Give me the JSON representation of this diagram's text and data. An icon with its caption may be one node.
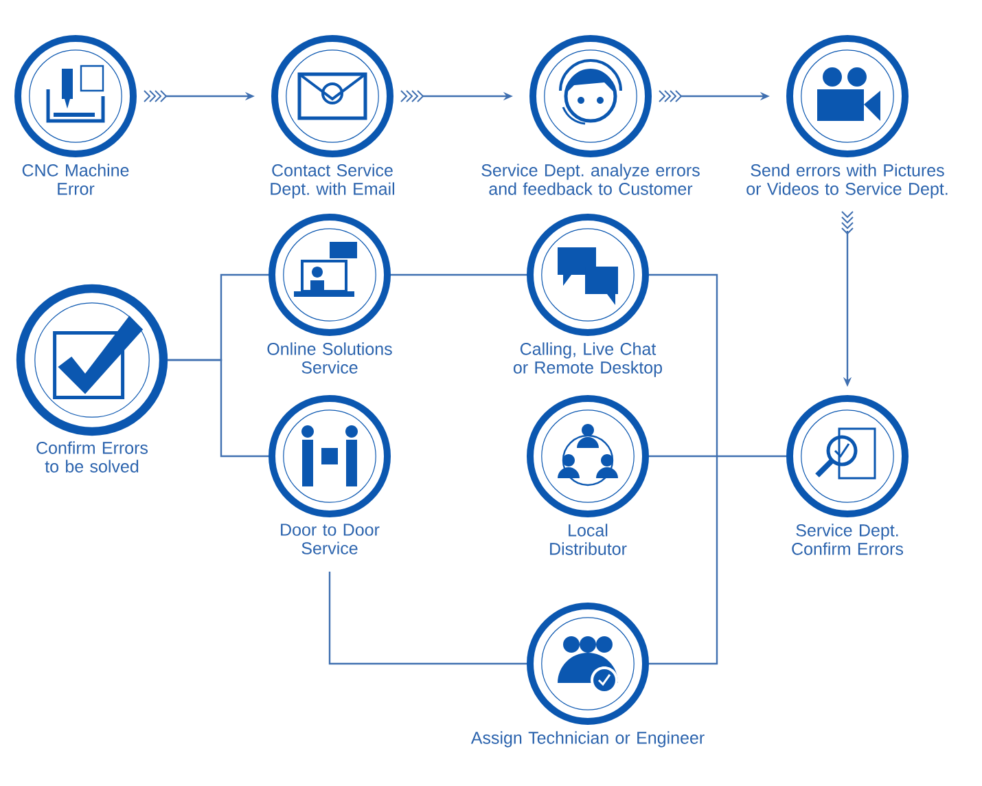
{
  "diagram": {
    "nodes": [
      {
        "text": [
          "CNC Machine Error"
        ]
      },
      {
        "text": [
          "Contact Service Dept. with Email"
        ]
      },
      {
        "text": [
          "Service Dept. analyze errors and feedback to Customer"
        ]
      },
      {
        "text": [
          "Send errors with Pictures or Videos to Service Dept."
        ]
      },
      {
        "text": [
          "Confirm Errors to be solved"
        ]
      },
      {
        "text": [
          "Online Solutions Service"
        ]
      },
      {
        "text": [
          "Calling, Live Chat or Remote Desktop"
        ]
      },
      {
        "text": [
          "Door to Door Service"
        ]
      },
      {
        "text": [
          "Local Distributor"
        ]
      },
      {
        "text": [
          "Service Dept. Confirm Errors"
        ]
      },
      {
        "text": [
          "Assign Technician or Engineer"
        ]
      }
    ],
    "edges": [
      {
        "from": 0,
        "to": 1,
        "arrow": "to"
      },
      {
        "from": 1,
        "to": 2,
        "arrow": "to"
      },
      {
        "from": 2,
        "to": 3,
        "arrow": "to"
      },
      {
        "from": 3,
        "to": 9,
        "arrow": "to"
      },
      {
        "from": 4,
        "to": 5,
        "arrow": "none"
      },
      {
        "from": 4,
        "to": 7,
        "arrow": "none"
      },
      {
        "from": 5,
        "to": 6,
        "arrow": "none"
      },
      {
        "from": 6,
        "to": 10,
        "arrow": "none"
      },
      {
        "from": 7,
        "to": 10,
        "arrow": "none"
      },
      {
        "from": 8,
        "to": 9,
        "arrow": "none"
      }
    ]
  }
}
